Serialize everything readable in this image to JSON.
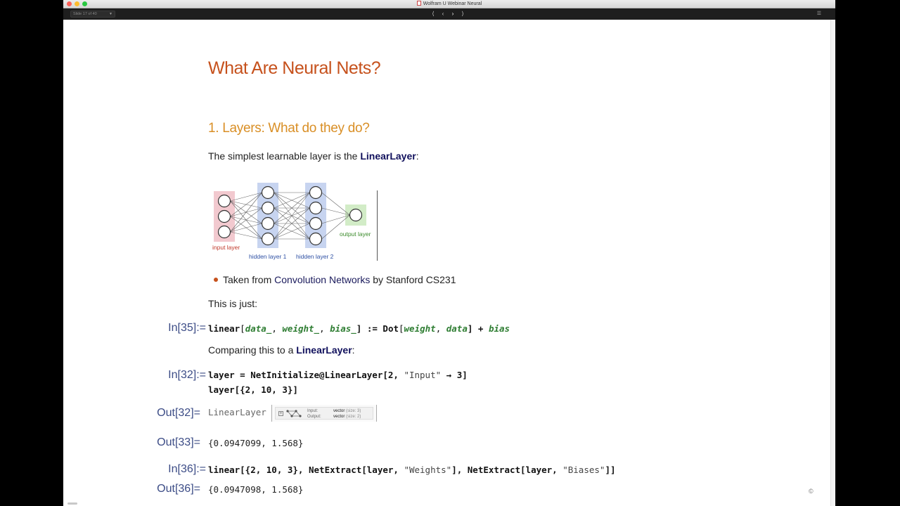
{
  "window": {
    "title": "Wolfram U Webinar Neural"
  },
  "toolbar": {
    "slide_selector": "Slide 17 of 40",
    "nav": {
      "first": "⟨",
      "prev": "‹",
      "next": "›",
      "last": "⟩"
    },
    "menu_icon": "menu-icon"
  },
  "notebook": {
    "title": "What Are Neural Nets?",
    "section": "1. Layers: What do they do?",
    "intro": {
      "before": "The simplest learnable layer is the ",
      "symbol": "LinearLayer",
      "after": ":"
    },
    "figure": {
      "input_label": "input layer",
      "hidden1_label": "hidden layer 1",
      "hidden2_label": "hidden layer 2",
      "output_label": "output layer",
      "colors": {
        "input": "#f2c9cf",
        "hidden": "#c7d4f0",
        "output": "#d2ecc7"
      }
    },
    "bullet": {
      "before": "Taken from ",
      "link": "Convolution Networks",
      "after": " by Stanford CS231"
    },
    "this_is_just": "This is just:",
    "cells": {
      "in35": {
        "label": "In[35]:=",
        "f": "linear",
        "ob": "[",
        "p1": "data_",
        "c1": ", ",
        "p2": "weight_",
        "c2": ", ",
        "p3": "bias_",
        "cb": "] := ",
        "dot": "Dot",
        "ob2": "[",
        "a1": "weight",
        "c3": ", ",
        "a2": "data",
        "cb2": "] + ",
        "a3": "bias"
      },
      "compare": {
        "before": "Comparing this to a ",
        "symbol": "LinearLayer",
        "after": ":"
      },
      "in32": {
        "label": "In[32]:=",
        "line1": {
          "a": "layer = NetInitialize@LinearLayer[2, ",
          "s": "\"Input\"",
          "b": " → 3]"
        },
        "line2": "layer[{2, 10, 3}]"
      },
      "out32": {
        "label": "Out[32]=",
        "head": "LinearLayer",
        "summary": {
          "input_key": "Input:",
          "input_val": "vector",
          "input_size": "(size: 3)",
          "output_key": "Output:",
          "output_val": "vector",
          "output_size": "(size: 2)"
        }
      },
      "out33": {
        "label": "Out[33]=",
        "value": "{0.0947099, 1.568}"
      },
      "in36": {
        "label": "In[36]:=",
        "a": "linear[{2, 10, 3}, NetExtract[layer, ",
        "s1": "\"Weights\"",
        "b": "], NetExtract[layer, ",
        "s2": "\"Biases\"",
        "c": "]]"
      },
      "out36": {
        "label": "Out[36]=",
        "value": "{0.0947098, 1.568}"
      }
    }
  }
}
